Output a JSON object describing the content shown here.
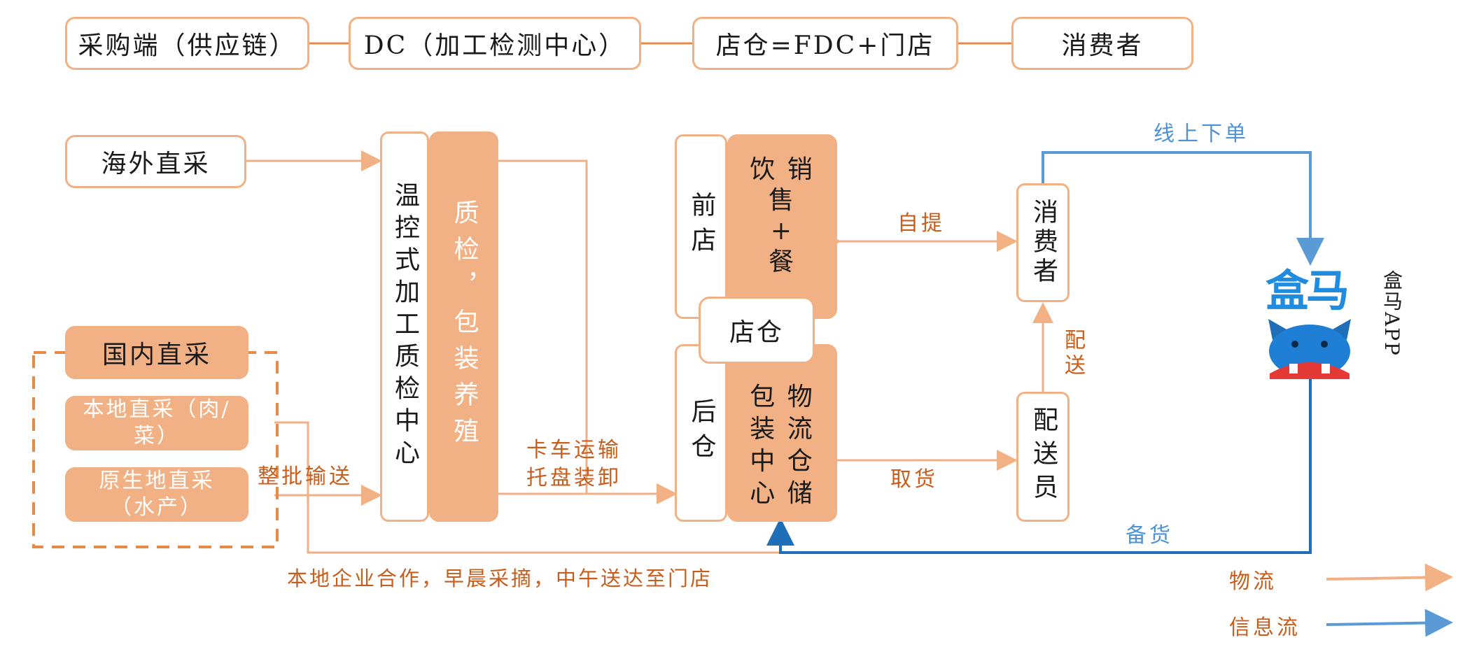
{
  "header": {
    "procurement": "采购端（供应链）",
    "dc": "DC（加工检测中心）",
    "store_warehouse": "店仓=FDC+门店",
    "consumer": "消费者"
  },
  "sources": {
    "overseas": "海外直采",
    "domestic": "国内直采",
    "local": "本地直采（肉/菜）",
    "origin": "原生地直采（水产）"
  },
  "dc_center": {
    "left": "温控式加工质检中心",
    "right": "质检，包装养殖"
  },
  "store": {
    "front": "前店",
    "front_fill": "饮 销\n售\n+\n餐",
    "warehouse": "店仓",
    "back": "后仓",
    "back_fill": "包 物\n装 流\n中 仓\n心 储"
  },
  "end": {
    "consumer": "消费者",
    "courier": "配送员"
  },
  "app": {
    "logo": "盒马",
    "label": "盒马APP"
  },
  "labels": {
    "bulk_transport": "整批输送",
    "truck": "卡车运输",
    "pallet": "托盘装卸",
    "self_pickup": "自提",
    "deliver": "配送",
    "pickup": "取货",
    "online_order": "线上下单",
    "stocking": "备货",
    "local_note": "本地企业合作，早晨采摘，中午送达至门店",
    "legend_logistics": "物流",
    "legend_info": "信息流"
  },
  "colors": {
    "orange_line": "#f2b184",
    "header_line": "#e58a47",
    "blue_light": "#5b9bd5",
    "blue_dark": "#1f6fb8",
    "label_orange": "#c85d1c"
  }
}
